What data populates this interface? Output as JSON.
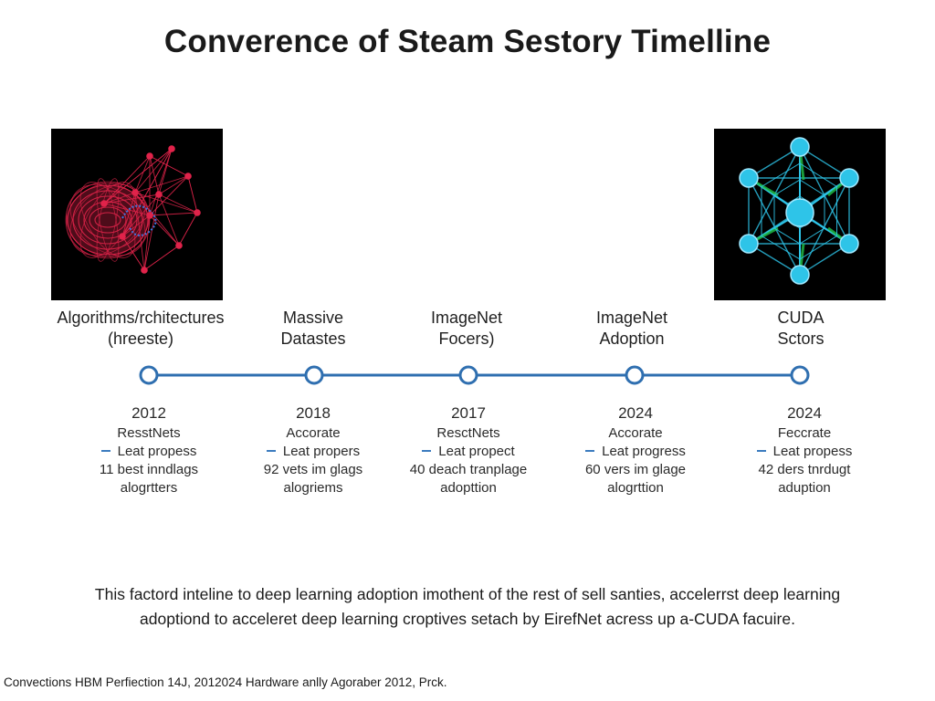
{
  "title": "Converence of Steam Sestory Timelline",
  "milestones": [
    {
      "heading": [
        "Algorithms/rchitectures",
        "(hreeste)"
      ],
      "year": "2012",
      "lines": [
        "ResstNets",
        "Leat propess",
        "11 best inndlags",
        "alogrtters"
      ],
      "node_icon": "circle-node-icon"
    },
    {
      "heading": [
        "Massive",
        "Datastes"
      ],
      "year": "2018",
      "lines": [
        "Accorate",
        "Leat propers",
        "92 vets im glags",
        "alogriems"
      ],
      "node_icon": "circle-node-icon"
    },
    {
      "heading": [
        "ImageNet",
        "Focers)"
      ],
      "year": "2017",
      "lines": [
        "ResctNets",
        "Leat propect",
        "40 deach tranplage",
        "adopttion"
      ],
      "node_icon": "circle-node-icon"
    },
    {
      "heading": [
        "ImageNet",
        "Adoption"
      ],
      "year": "2024",
      "lines": [
        "Accorate",
        "Leat progress",
        "60 vers im glage",
        "alogrttion"
      ],
      "node_icon": "circle-node-icon"
    },
    {
      "heading": [
        "CUDA",
        "Sctors"
      ],
      "year": "2024",
      "lines": [
        "Feccrate",
        "Leat propess",
        "42 ders tnrdugt",
        "aduption"
      ],
      "node_icon": "circle-node-icon"
    }
  ],
  "summary": [
    "This factord inteline to deep learning adoption imothent of the rest of sell santies, accelerrst deep learning",
    "adoptiond to acceleret deep learning croptives setach by ΕirefNet acress up a-CUDA facuire."
  ],
  "footer": "Convections HBM Perfiection 14J, 2012024 Hardware anlly Agoraber 2012, Prck.",
  "images": {
    "left": "red-neural-network-mesh-icon",
    "right": "blue-hexagonal-network-icon"
  },
  "colors": {
    "timeline": "#2f6fb0",
    "node_fill": "#ffffff",
    "left_mesh": "#e0234a",
    "right_mesh": "#2ec4e8",
    "right_accent": "#22c34a",
    "image_bg": "#000000"
  }
}
